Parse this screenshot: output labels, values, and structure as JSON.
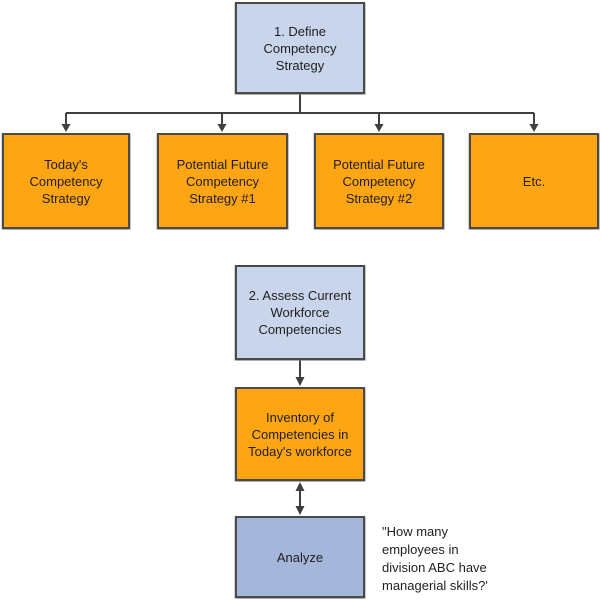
{
  "diagram": {
    "step1": {
      "label": "1. Define\nCompetency\nStrategy"
    },
    "strategies": [
      {
        "label": "Today's\nCompetency\nStrategy"
      },
      {
        "label": "Potential Future\nCompetency\nStrategy #1"
      },
      {
        "label": "Potential Future\nCompetency\nStrategy #2"
      },
      {
        "label": "Etc."
      }
    ],
    "step2": {
      "label": "2. Assess Current\nWorkforce\nCompetencies"
    },
    "inventory": {
      "label": "Inventory of\nCompetencies in\nToday's workforce"
    },
    "analyze": {
      "label": "Analyze"
    },
    "annotation": {
      "text": "\"How many\nemployees in\ndivision ABC have\nmanagerial skills?'"
    },
    "colors": {
      "step_fill": "#c8d5eb",
      "strategy_fill": "#fda513",
      "analyze_fill": "#a4b6d9",
      "border": "#4a4a4a",
      "line": "#3f3f3f",
      "text": "#1f1f1f"
    }
  }
}
